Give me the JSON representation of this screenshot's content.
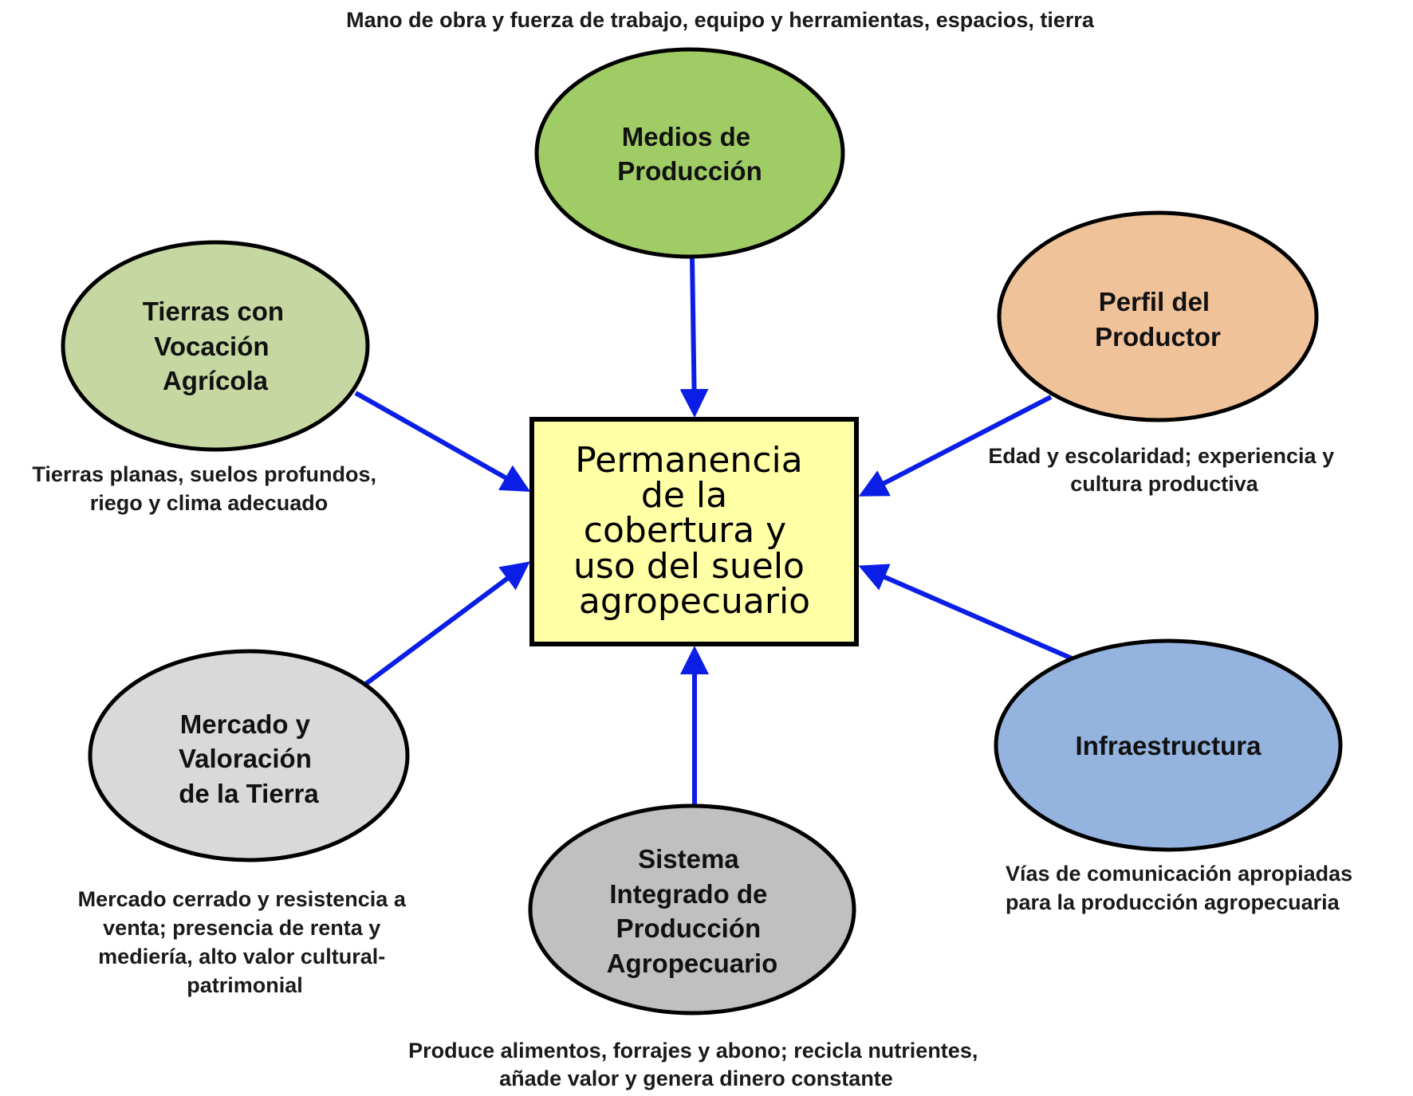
{
  "diagram": {
    "arrow_color": "#0a1ee6",
    "center": {
      "lines": [
        "Permanencia",
        "de la",
        "cobertura y",
        "uso del suelo",
        "agropecuario"
      ],
      "fill": "#ffffa6"
    },
    "nodes": [
      {
        "id": "medios",
        "lines": [
          "Medios de",
          "Producción"
        ],
        "fill": "#a0cc66",
        "note": [
          "Mano de obra y fuerza de trabajo, equipo y herramientas, espacios, tierra"
        ]
      },
      {
        "id": "tierras",
        "lines": [
          "Tierras con",
          "Vocación",
          "Agrícola"
        ],
        "fill": "#c6d7a2",
        "note": [
          "Tierras planas, suelos profundos,",
          "riego y clima adecuado"
        ]
      },
      {
        "id": "perfil",
        "lines": [
          "Perfil del",
          "Productor"
        ],
        "fill": "#f0c29a",
        "note": [
          "Edad y escolaridad; experiencia y",
          "cultura productiva"
        ]
      },
      {
        "id": "mercado",
        "lines": [
          "Mercado y",
          "Valoración",
          "de la Tierra"
        ],
        "fill": "#d9d9d9",
        "note": [
          "Mercado cerrado y resistencia a",
          "venta; presencia de  renta y",
          "mediería, alto valor cultural-",
          "patrimonial"
        ]
      },
      {
        "id": "sistema",
        "lines": [
          "Sistema",
          "Integrado de",
          "Producción",
          "Agropecuario"
        ],
        "fill": "#c0c0c0",
        "note": [
          "Produce alimentos, forrajes y abono; recicla  nutrientes,",
          "añade valor y genera dinero constante"
        ]
      },
      {
        "id": "infra",
        "lines": [
          "Infraestructura"
        ],
        "fill": "#94b3df",
        "note": [
          "Vías de comunicación apropiadas",
          "para la producción agropecuaria"
        ]
      }
    ]
  }
}
